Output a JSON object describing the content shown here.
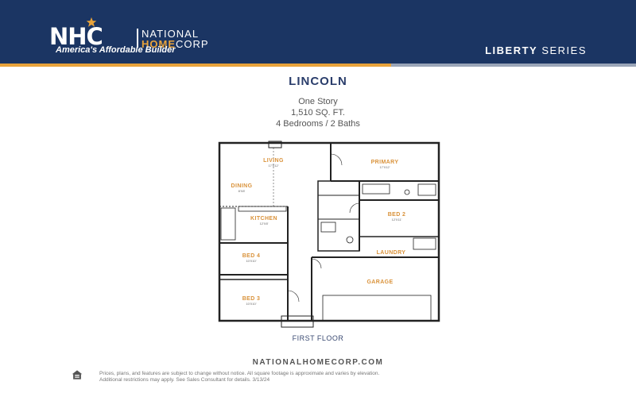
{
  "header": {
    "logo": {
      "letters": "NHC",
      "line1": "NATIONAL",
      "line2_accent": "HOME",
      "line2_rest": "CORP",
      "tagline": "America's Affordable Builder"
    },
    "series_bold": "LIBERTY",
    "series_rest": " SERIES"
  },
  "plan": {
    "name": "LINCOLN",
    "stories": "One Story",
    "sqft": "1,510 SQ. FT.",
    "beds_baths": "4 Bedrooms / 2 Baths",
    "floor_label": "FIRST FLOOR",
    "rooms": {
      "living": {
        "label": "LIVING",
        "dim": "17'X12'"
      },
      "primary": {
        "label": "PRIMARY",
        "dim": "17'X12'"
      },
      "dining": {
        "label": "DINING",
        "dim": "8'X8'"
      },
      "kitchen": {
        "label": "KITCHEN",
        "dim": "12'X8'"
      },
      "bed2": {
        "label": "BED 2",
        "dim": "12'X11'"
      },
      "bed4": {
        "label": "BED 4",
        "dim": "10'X10'"
      },
      "laundry": {
        "label": "LAUNDRY"
      },
      "garage": {
        "label": "GARAGE"
      },
      "bed3": {
        "label": "BED 3",
        "dim": "10'X10'"
      }
    }
  },
  "footer": {
    "website": "NATIONALHOMECORP.COM",
    "disclaimer_line1": "Prices, plans, and features are subject to change without notice. All square footage is approximate and varies by elevation.",
    "disclaimer_line2": "Additional restrictions may apply. See Sales Consultant for details. 3/13/24",
    "equal_housing_icon": "equal-housing-icon"
  },
  "colors": {
    "header_bg": "#1b3563",
    "accent_orange": "#e8a33b",
    "title_navy": "#2a3d6b",
    "room_label": "#d9923a"
  }
}
